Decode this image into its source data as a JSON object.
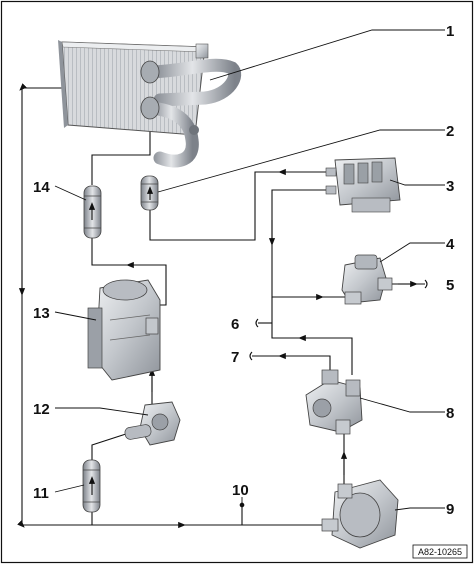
{
  "diagram": {
    "callouts": [
      "1",
      "2",
      "3",
      "4",
      "5",
      "6",
      "7",
      "8",
      "9",
      "10",
      "11",
      "12",
      "13",
      "14"
    ],
    "reference": "A82-10265",
    "colors": {
      "line": "#111111",
      "part_fill": "#c9ccd1",
      "part_dark": "#8e939a",
      "part_light": "#e6e8eb",
      "radiator_fill": "#d7d9dc"
    }
  }
}
